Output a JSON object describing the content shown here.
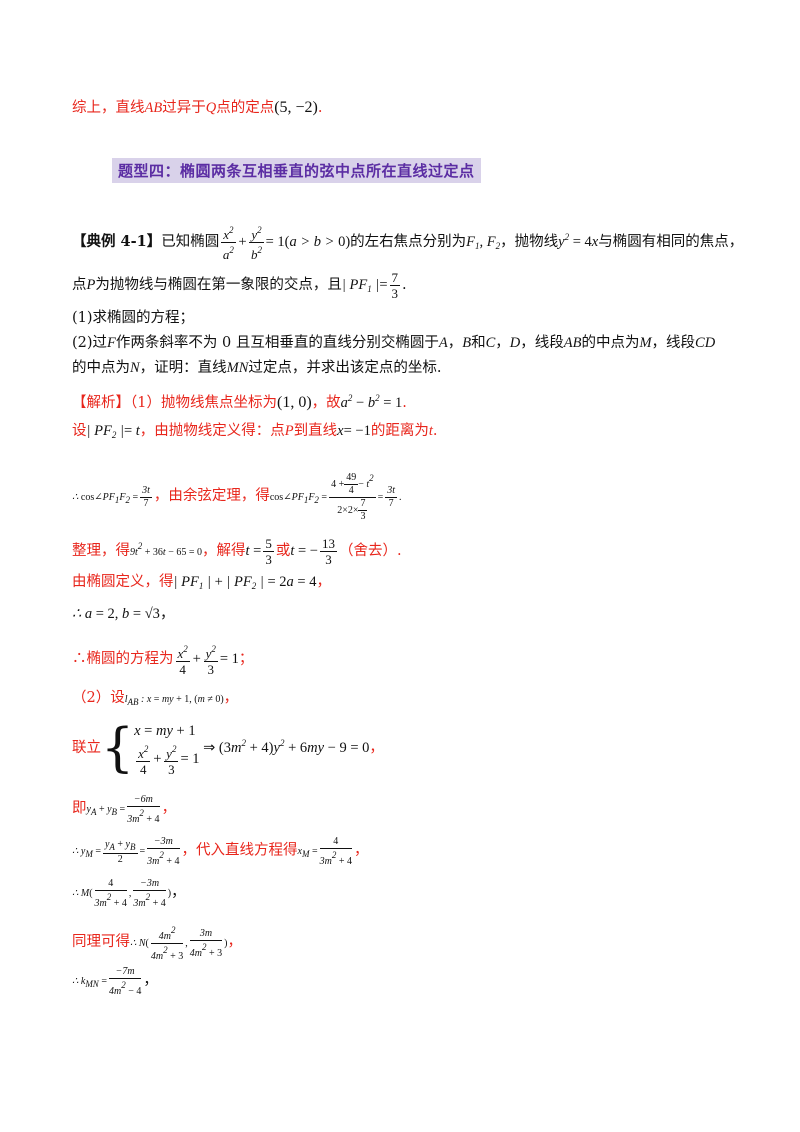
{
  "l1": {
    "a": "综上，直线",
    "b": "AB",
    "c": "过异于",
    "d": "Q",
    "e": "点的定点",
    "f": "(5, −2)",
    "g": "."
  },
  "heading": "题型四：椭圆两条互相垂直的弦中点所在直线过定点",
  "ex": {
    "tag": "【典例 4-1】",
    "t1": "已知椭圆",
    "t2": "的左右焦点分别为",
    "t3": "，抛物线",
    "t4": "与椭圆有相同的焦点，",
    "t5": "点",
    "t6": "为抛物线与椭圆在第一象限的交点，且",
    "q1": "(1)求椭圆的方程；",
    "q2a": "(2)过",
    "q2b": "作两条斜率不为 0 且互相垂直的直线分别交椭圆于",
    "q2c": "和",
    "q2d": "，线段",
    "q2e": "的中点为",
    "q2f": "，线段",
    "q3a": "的中点为",
    "q3b": "，证明：直线",
    "q3c": "过定点，并求出该定点的坐标."
  },
  "sol": {
    "tag": "【解析】",
    "s1": "（1）抛物线焦点坐标为",
    "s1b": "，故",
    "s2a": "设",
    "s2b": "，由抛物线定义得：点",
    "s2c": "到直线",
    "s2d": "的距离为",
    "s3a": "，由余弦定理，得",
    "s4a": "整理，得",
    "s4b": "，解得",
    "s4c": "或",
    "s4d": "（舍去）.",
    "s5a": "由椭圆定义，得",
    "s7a": "∴椭圆的方程为",
    "s8a": "（2）设",
    "s9a": "联立",
    "s10a": "即",
    "s11a": "，代入直线方程得",
    "s13a": "同理可得"
  }
}
